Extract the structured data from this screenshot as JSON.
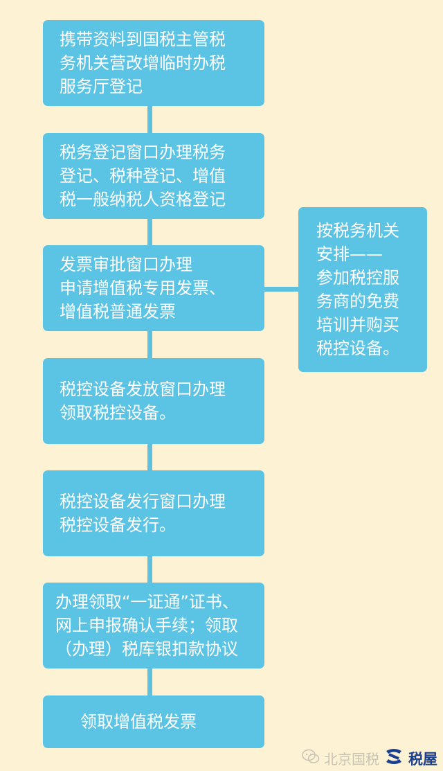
{
  "steps": [
    {
      "lines": [
        "携带资料到国税主管税",
        "务机关营改增临时办税",
        "服务厅登记"
      ]
    },
    {
      "lines": [
        "税务登记窗口办理税务",
        "登记、税种登记、增值",
        "税一般纳税人资格登记"
      ]
    },
    {
      "lines": [
        "发票审批窗口办理",
        "申请增值税专用发票、",
        "增值税普通发票"
      ]
    },
    {
      "lines": [
        "税控设备发放窗口办理",
        "领取税控设备。"
      ]
    },
    {
      "lines": [
        "税控设备发行窗口办理",
        "税控设备发行。"
      ]
    },
    {
      "lines": [
        "办理领取“一证通”证书、",
        "网上申报确认手续；领取",
        "（办理）税库银扣款协议"
      ]
    },
    {
      "lines": [
        "领取增值税发票"
      ]
    }
  ],
  "side_note": {
    "lines": [
      "按税务机关",
      "安排——",
      "参加税控服",
      "务商的免费",
      "培训并购买",
      "税控设备。"
    ]
  },
  "footer": {
    "watermark": "北京国税",
    "logo_text": "税屋",
    "wechat_icon": "wechat-icon",
    "logo_icon": "shuiwu-logo-icon"
  },
  "colors": {
    "background": "#fdf3d4",
    "box": "#5bc3e3",
    "connector": "#5fc1de",
    "text": "#ffffff"
  }
}
